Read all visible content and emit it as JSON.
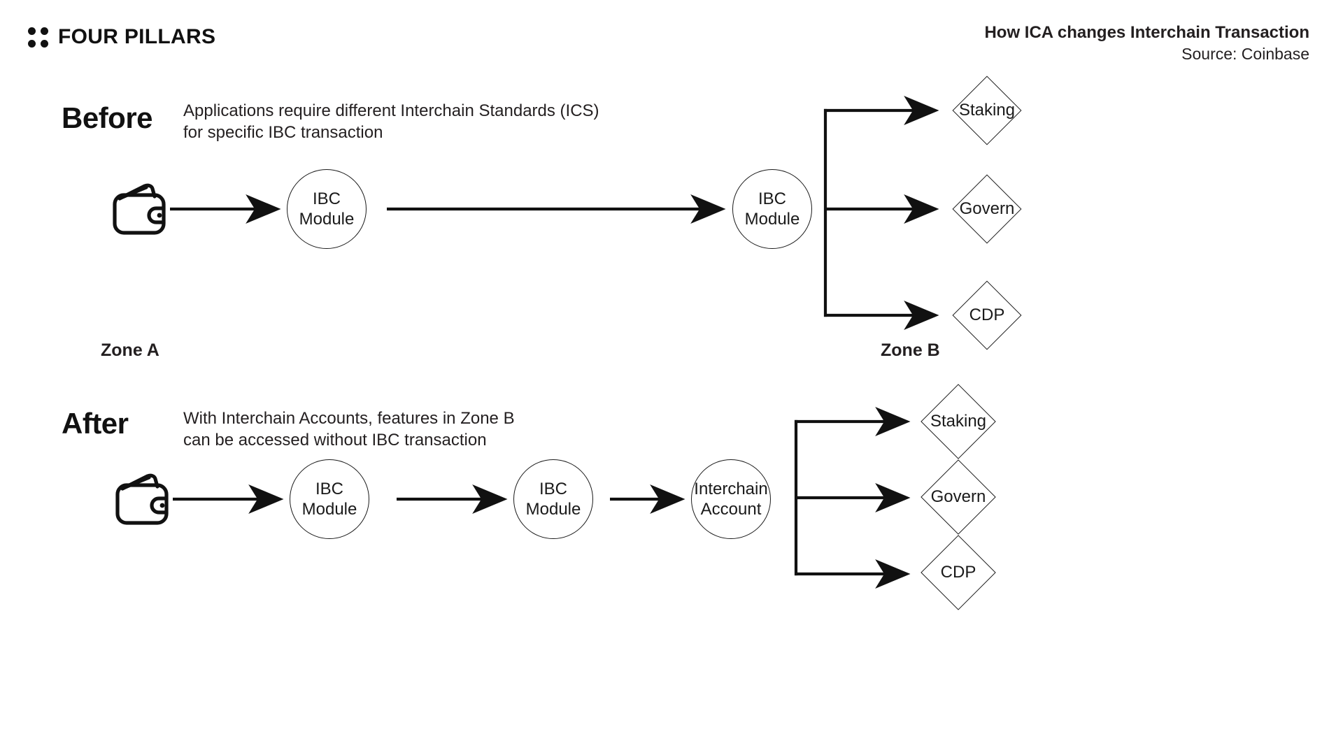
{
  "brand": {
    "logo_icon": "four-dots-icon",
    "name": "FOUR PILLARS"
  },
  "header": {
    "title": "How ICA changes Interchain Transaction",
    "source": "Source: Coinbase"
  },
  "sections": {
    "before": {
      "label": "Before",
      "description": "Applications require different Interchain Standards (ICS)\nfor specific IBC transaction",
      "zone_a_label": "Zone A",
      "zone_b_label": "Zone B",
      "wallet_icon": "wallet-icon",
      "nodes": [
        {
          "id": "ibc-module-a",
          "label": "IBC\nModule"
        },
        {
          "id": "ibc-module-b",
          "label": "IBC\nModule"
        }
      ],
      "targets": [
        {
          "id": "staking",
          "label": "Staking"
        },
        {
          "id": "govern",
          "label": "Govern"
        },
        {
          "id": "cdp",
          "label": "CDP"
        }
      ]
    },
    "after": {
      "label": "After",
      "description": "With Interchain Accounts, features in Zone B\ncan be accessed without IBC transaction",
      "wallet_icon": "wallet-icon",
      "nodes": [
        {
          "id": "ibc-module-a",
          "label": "IBC\nModule"
        },
        {
          "id": "ibc-module-b",
          "label": "IBC\nModule"
        },
        {
          "id": "interchain-account",
          "label": "Interchain\nAccount"
        }
      ],
      "targets": [
        {
          "id": "staking",
          "label": "Staking"
        },
        {
          "id": "govern",
          "label": "Govern"
        },
        {
          "id": "cdp",
          "label": "CDP"
        }
      ]
    }
  },
  "colors": {
    "background": "#ffffff",
    "ink": "#111111",
    "text": "#231f20",
    "stroke": "#1a1a1a"
  }
}
